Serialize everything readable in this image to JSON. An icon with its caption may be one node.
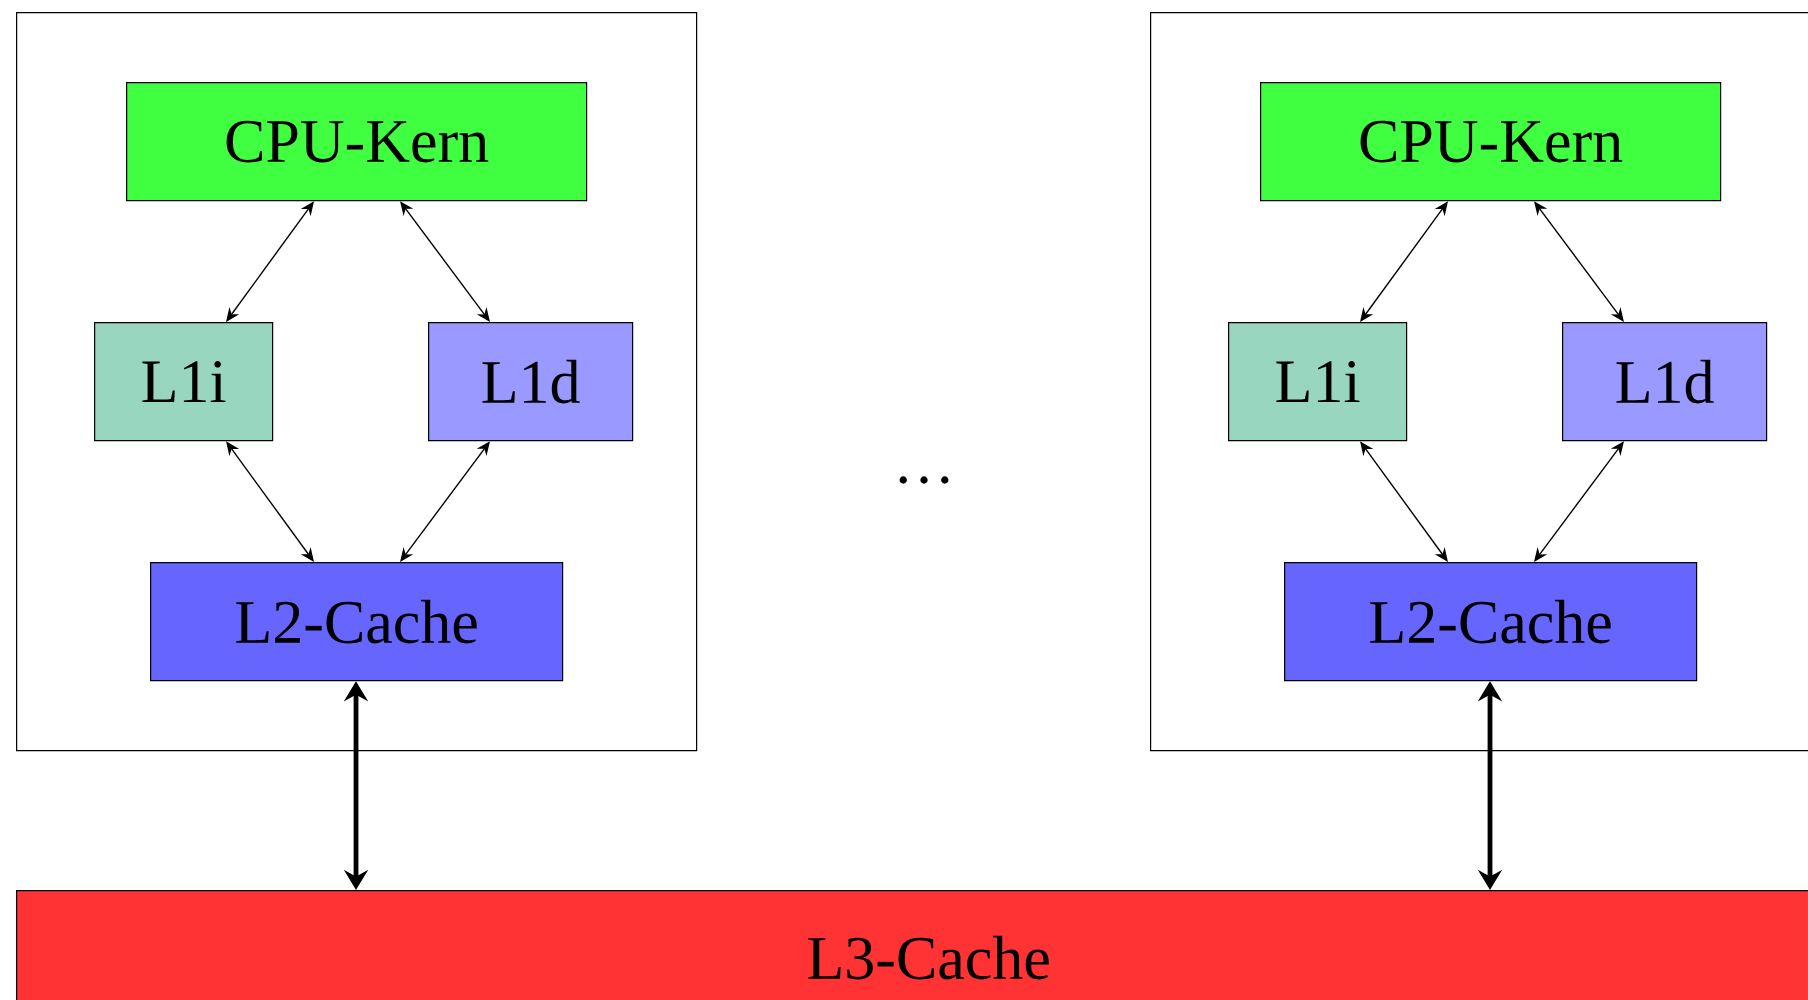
{
  "diagram": {
    "nodes": [
      {
        "text": [],
        "shape": "box"
      },
      {
        "text": [
          "CPU-Kern"
        ],
        "in": 0
      },
      {
        "text": [
          "L1i"
        ],
        "in": 0
      },
      {
        "text": [
          "L1d"
        ],
        "in": 0
      },
      {
        "text": [
          "L2-Cache"
        ],
        "in": 0
      },
      {
        "text": [],
        "shape": "box"
      },
      {
        "text": [
          "CPU-Kern"
        ],
        "in": 5
      },
      {
        "text": [
          "L1i"
        ],
        "in": 5
      },
      {
        "text": [
          "L1d"
        ],
        "in": 5
      },
      {
        "text": [
          "L2-Cache"
        ],
        "in": 5
      },
      {
        "text": [
          "L3-Cache"
        ]
      }
    ],
    "edges": [
      {
        "from": 1,
        "to": 2,
        "arrow": "both"
      },
      {
        "from": 1,
        "to": 3,
        "arrow": "both"
      },
      {
        "from": 2,
        "to": 4,
        "arrow": "both"
      },
      {
        "from": 3,
        "to": 4,
        "arrow": "both"
      },
      {
        "from": 4,
        "to": 10,
        "arrow": "both",
        "style": "thick"
      },
      {
        "from": 6,
        "to": 7,
        "arrow": "both"
      },
      {
        "from": 6,
        "to": 8,
        "arrow": "both"
      },
      {
        "from": 7,
        "to": 9,
        "arrow": "both"
      },
      {
        "from": 8,
        "to": 9,
        "arrow": "both"
      },
      {
        "from": 9,
        "to": 10,
        "arrow": "both",
        "style": "thick"
      }
    ],
    "labels": [
      "…"
    ]
  }
}
